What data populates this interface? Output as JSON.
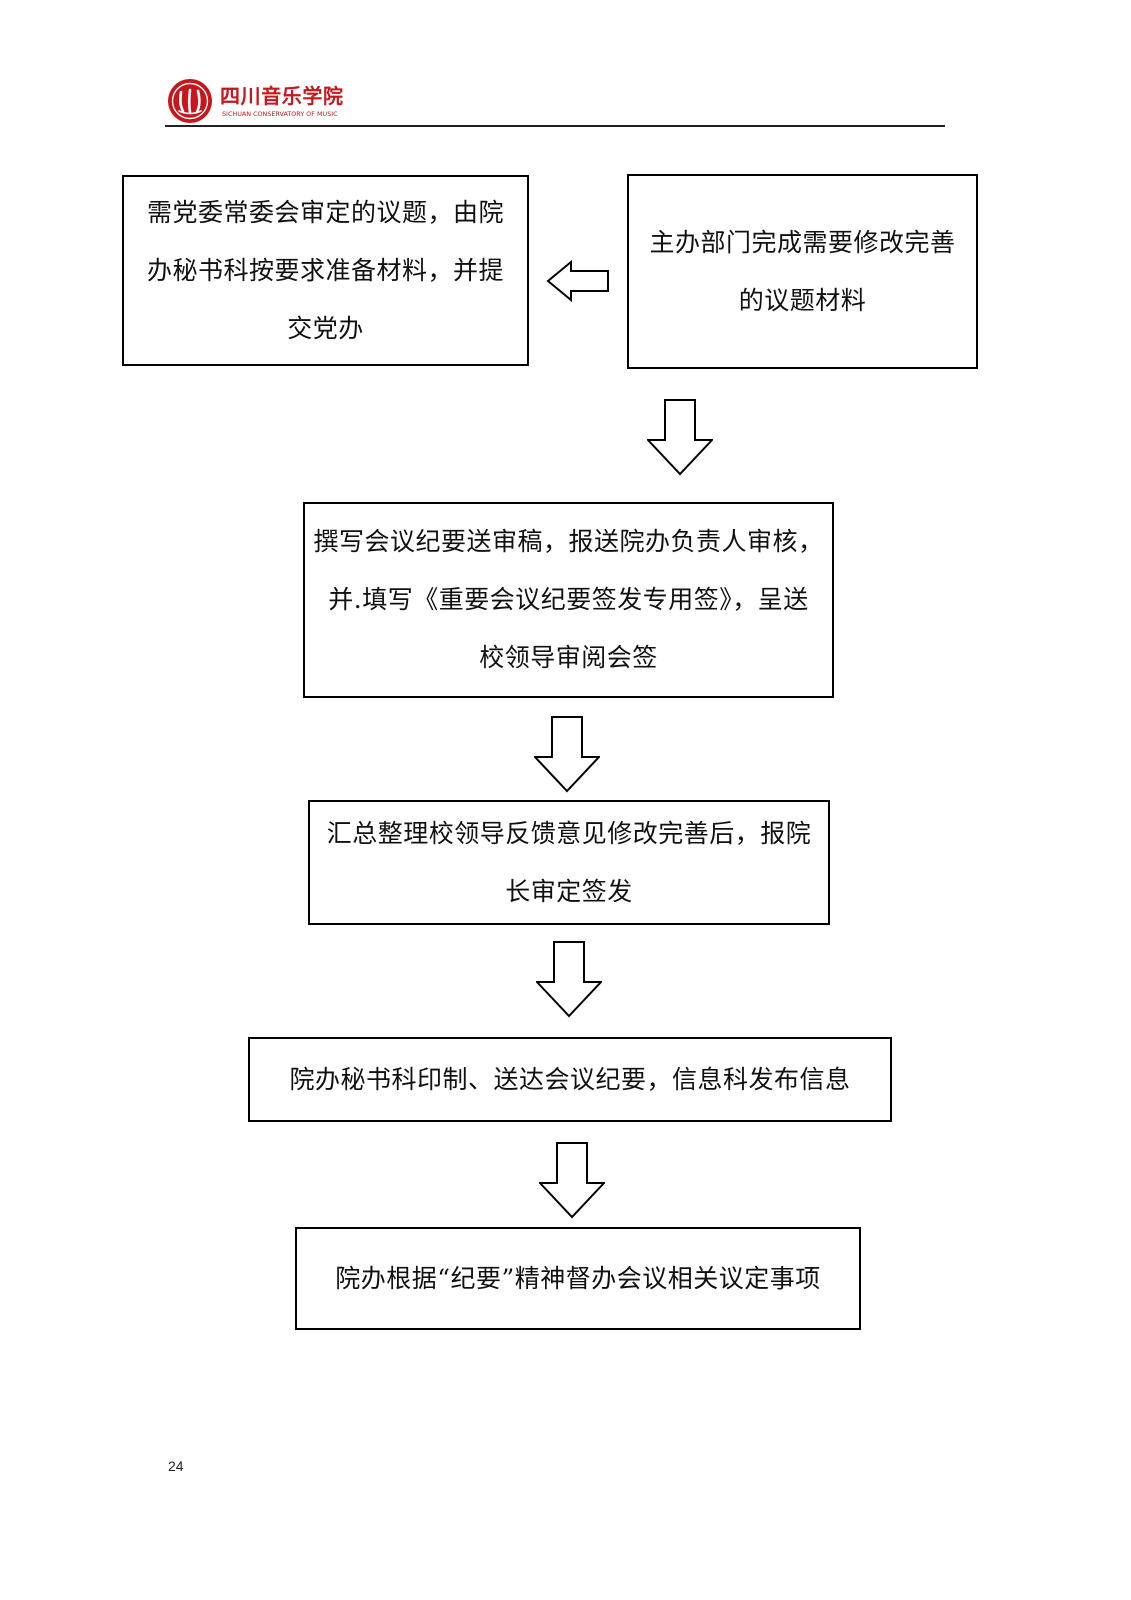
{
  "header": {
    "logo_name": "四川音乐学院",
    "logo_subtitle": "SICHUAN CONSERVATORY OF MUSIC",
    "logo_icon": "conservatory-seal-icon",
    "brand_color": "#c8161d"
  },
  "flowchart": {
    "steps": [
      {
        "lines": [
          "需党委常委会审定的议题，由院",
          "办秘书科按要求准备材料，并提",
          "交党办"
        ]
      },
      {
        "lines": [
          "主办部门完成需要修改完善",
          "的议题材料"
        ]
      },
      {
        "lines": [
          "撰写会议纪要送审稿，报送院办负责人审核，",
          "并.填写《重要会议纪要签发专用签》，呈送",
          "校领导审阅会签"
        ]
      },
      {
        "lines": [
          "汇总整理校领导反馈意见修改完善后，报院",
          "长审定签发"
        ]
      },
      {
        "lines": [
          "院办秘书科印制、送达会议纪要，信息科发布信息"
        ]
      },
      {
        "lines": [
          "院办根据“纪要”精神督办会议相关议定事项"
        ]
      }
    ],
    "arrow_icons": [
      "hollow-left-arrow-icon",
      "hollow-down-arrow-icon"
    ]
  },
  "footer": {
    "page_number": "24"
  }
}
